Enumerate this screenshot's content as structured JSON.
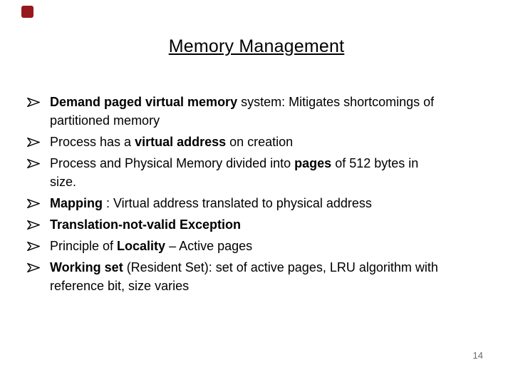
{
  "slide": {
    "title": "Memory Management",
    "page_number": "14",
    "decoration": {
      "name": "red-square-decoration",
      "color": "#97181C"
    },
    "bullet_icon": "arrowhead-right-icon",
    "text_color": "#000000",
    "page_number_color": "#6b6b6b",
    "bullets": [
      {
        "segments": [
          {
            "t": "Demand paged virtual memory",
            "b": true
          },
          {
            "t": " system: Mitigates shortcomings of\npartitioned memory",
            "b": false
          }
        ]
      },
      {
        "segments": [
          {
            "t": "Process has a ",
            "b": false
          },
          {
            "t": "virtual address",
            "b": true
          },
          {
            "t": " on creation",
            "b": false
          }
        ]
      },
      {
        "segments": [
          {
            "t": "Process and Physical Memory divided into ",
            "b": false
          },
          {
            "t": "pages",
            "b": true
          },
          {
            "t": " of 512 bytes in\nsize.",
            "b": false
          }
        ]
      },
      {
        "segments": [
          {
            "t": "Mapping",
            "b": true
          },
          {
            "t": " : Virtual address translated to physical address",
            "b": false
          }
        ]
      },
      {
        "segments": [
          {
            "t": "Translation-not-valid Exception",
            "b": true
          }
        ]
      },
      {
        "segments": [
          {
            "t": "Principle of ",
            "b": false
          },
          {
            "t": "Locality",
            "b": true
          },
          {
            "t": " – Active pages",
            "b": false
          }
        ]
      },
      {
        "segments": [
          {
            "t": "Working set",
            "b": true
          },
          {
            "t": " (Resident Set): set of active pages, LRU algorithm with\nreference bit, size varies",
            "b": false
          }
        ]
      }
    ]
  }
}
